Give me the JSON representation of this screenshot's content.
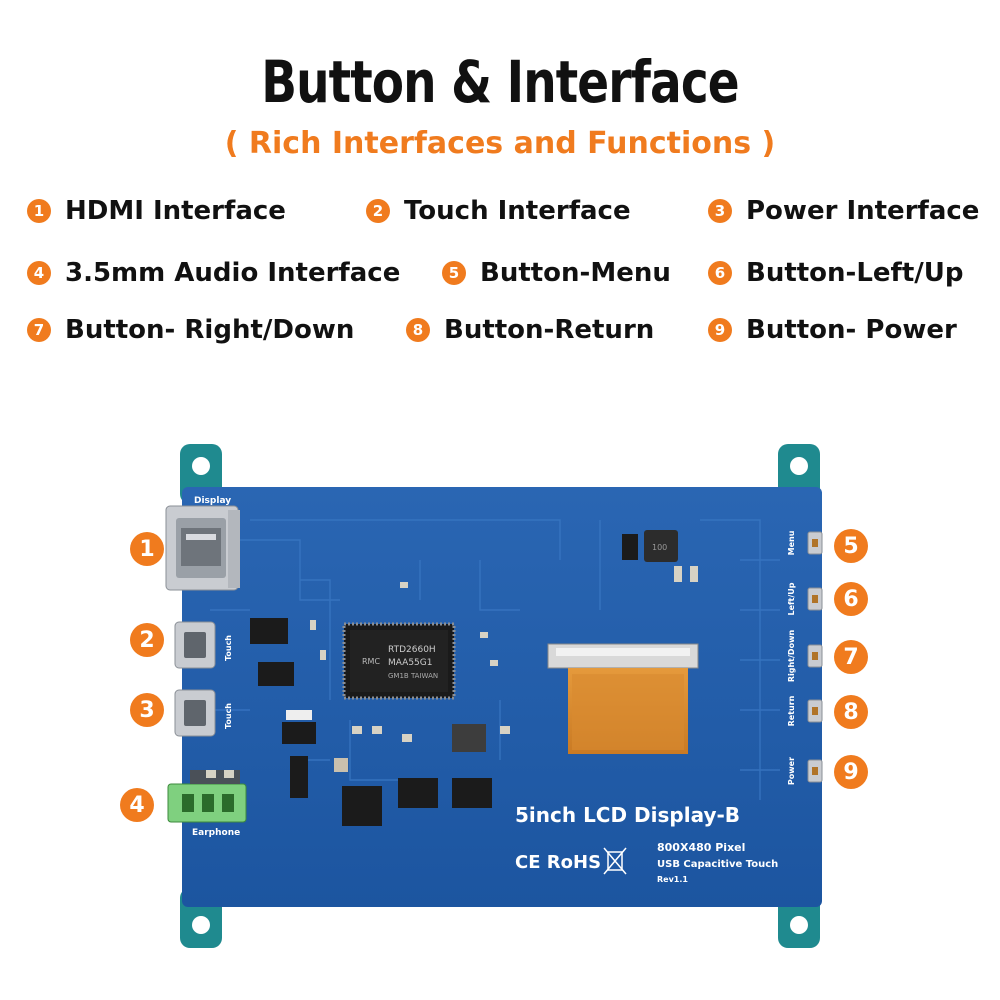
{
  "header": {
    "title": "Button & Interface",
    "subtitle": "( Rich Interfaces and Functions )"
  },
  "legend": [
    {
      "num": "1",
      "label": "HDMI Interface"
    },
    {
      "num": "2",
      "label": "Touch Interface"
    },
    {
      "num": "3",
      "label": "Power Interface"
    },
    {
      "num": "4",
      "label": "3.5mm Audio Interface"
    },
    {
      "num": "5",
      "label": "Button-Menu"
    },
    {
      "num": "6",
      "label": "Button-Left/Up"
    },
    {
      "num": "7",
      "label": "Button- Right/Down"
    },
    {
      "num": "8",
      "label": "Button-Return"
    },
    {
      "num": "9",
      "label": "Button- Power"
    }
  ],
  "board": {
    "silk_display": "Display",
    "silk_touch": "Touch",
    "silk_earphone": "Earphone",
    "silk_menu": "Menu",
    "silk_leftup": "Left/Up",
    "silk_rightdown": "Right/Down",
    "silk_return": "Return",
    "silk_power": "Power",
    "chip_line1": "RTD2660H",
    "chip_line2": "MAA55G1",
    "chip_line3": "GM1B TAIWAN",
    "chip_logo": "RMC",
    "inductor": "100",
    "product_name": "5inch LCD Display-B",
    "resolution": "800X480 Pixel",
    "touch_type": "USB Capacitive Touch",
    "revision": "Rev1.1",
    "cert": "CE RoHS",
    "colors": {
      "pcb": "#1e5aa5",
      "accent": "#f07b1e",
      "mount": "#1f8a8f"
    }
  }
}
